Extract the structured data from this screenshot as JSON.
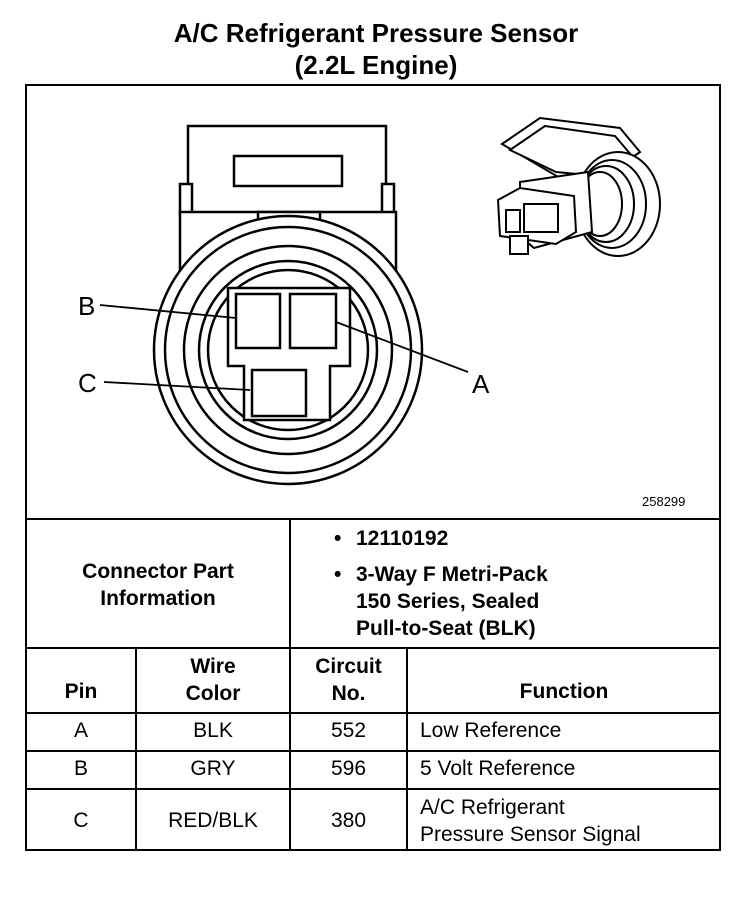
{
  "title": {
    "line1": "A/C Refrigerant Pressure Sensor",
    "line2": "(2.2L Engine)"
  },
  "diagram": {
    "pin_labels": {
      "a": "A",
      "b": "B",
      "c": "C"
    },
    "figure_number": "258299"
  },
  "connector_info": {
    "label_line1": "Connector Part",
    "label_line2": "Information",
    "bullet1": "12110192",
    "bullet2_line1": "3-Way F Metri-Pack",
    "bullet2_line2": "150 Series, Sealed",
    "bullet2_line3": "Pull-to-Seat (BLK)"
  },
  "table": {
    "headers": {
      "pin": "Pin",
      "wire_color_line1": "Wire",
      "wire_color_line2": "Color",
      "circuit_line1": "Circuit",
      "circuit_line2": "No.",
      "function": "Function"
    },
    "rows": [
      {
        "pin": "A",
        "wire_color": "BLK",
        "circuit": "552",
        "function_line1": "Low Reference",
        "function_line2": ""
      },
      {
        "pin": "B",
        "wire_color": "GRY",
        "circuit": "596",
        "function_line1": "5 Volt Reference",
        "function_line2": ""
      },
      {
        "pin": "C",
        "wire_color": "RED/BLK",
        "circuit": "380",
        "function_line1": "A/C Refrigerant",
        "function_line2": "Pressure Sensor Signal"
      }
    ]
  }
}
